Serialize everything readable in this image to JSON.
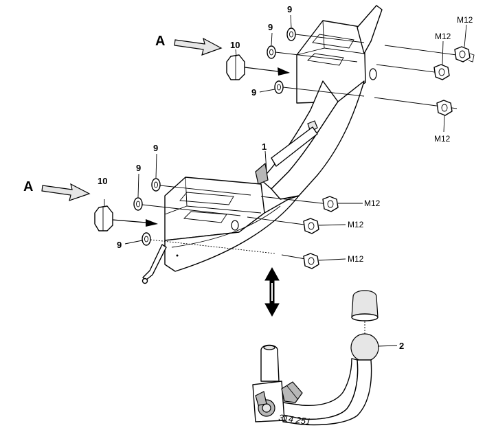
{
  "callouts": {
    "view_a_top": "A",
    "view_a_bottom": "A",
    "cap_top": "10",
    "cap_bottom": "10",
    "washer_top_1": "9",
    "washer_top_2": "9",
    "washer_top_3": "9",
    "washer_bot_1": "9",
    "washer_bot_2": "9",
    "washer_bot_3": "9",
    "crossmember": "1",
    "ball_neck": "2",
    "nut_top_1": "M12",
    "nut_top_2": "M12",
    "nut_top_3": "M12",
    "nut_bot_1": "M12",
    "nut_bot_2": "M12",
    "nut_bot_3": "M12"
  },
  "part_number": "314 251"
}
